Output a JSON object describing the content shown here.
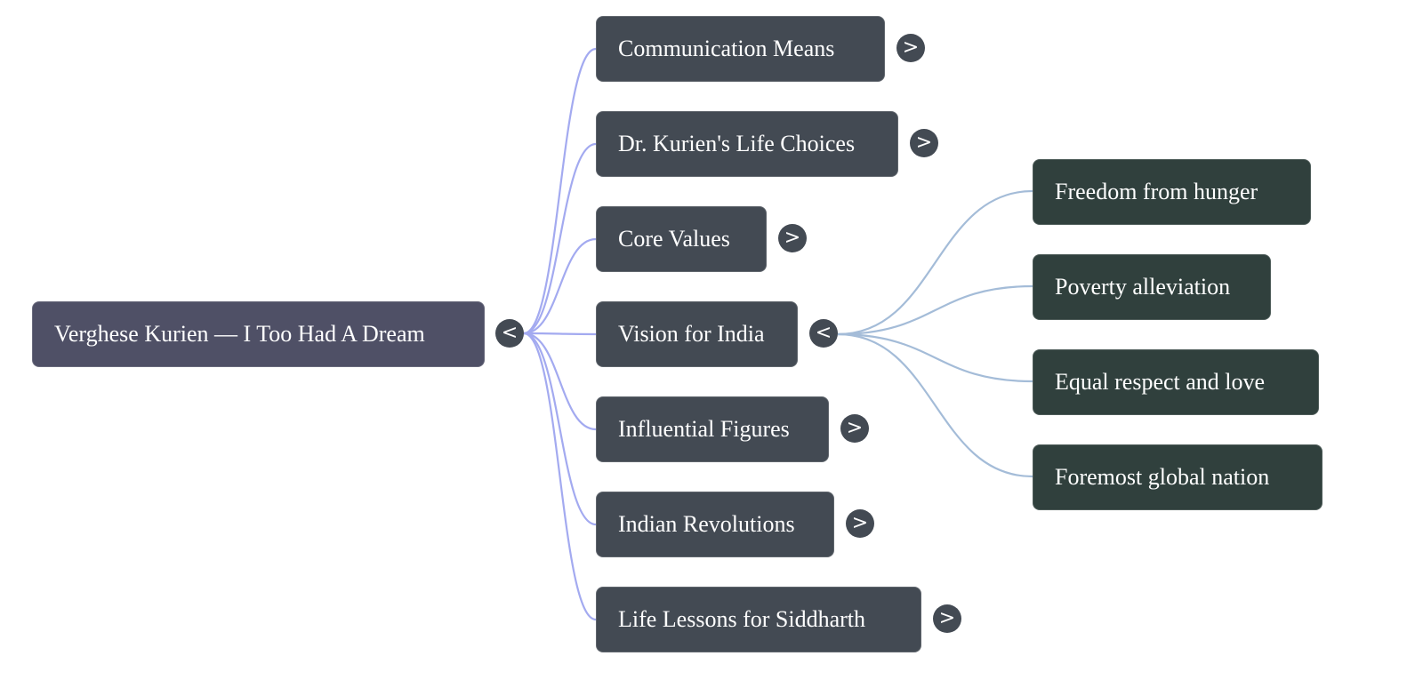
{
  "mindmap": {
    "root": {
      "label": "Verghese Kurien — I Too Had A Dream",
      "expanded": true,
      "toggle": "<"
    },
    "branches": [
      {
        "label": "Communication Means",
        "expanded": false,
        "toggle": ">"
      },
      {
        "label": "Dr. Kurien's Life Choices",
        "expanded": false,
        "toggle": ">"
      },
      {
        "label": "Core Values",
        "expanded": false,
        "toggle": ">"
      },
      {
        "label": "Vision for India",
        "expanded": true,
        "toggle": "<",
        "children": [
          {
            "label": "Freedom from hunger"
          },
          {
            "label": "Poverty alleviation"
          },
          {
            "label": "Equal respect and love"
          },
          {
            "label": "Foremost global nation"
          }
        ]
      },
      {
        "label": "Influential Figures",
        "expanded": false,
        "toggle": ">"
      },
      {
        "label": "Indian Revolutions",
        "expanded": false,
        "toggle": ">"
      },
      {
        "label": "Life Lessons for Siddharth",
        "expanded": false,
        "toggle": ">"
      }
    ],
    "colors": {
      "root_fill": "#4f5066",
      "branch_fill": "#434a53",
      "leaf_fill": "#30403d",
      "root_edge": "#a3aaf0",
      "branch_edge": "#a4bcd8"
    }
  }
}
